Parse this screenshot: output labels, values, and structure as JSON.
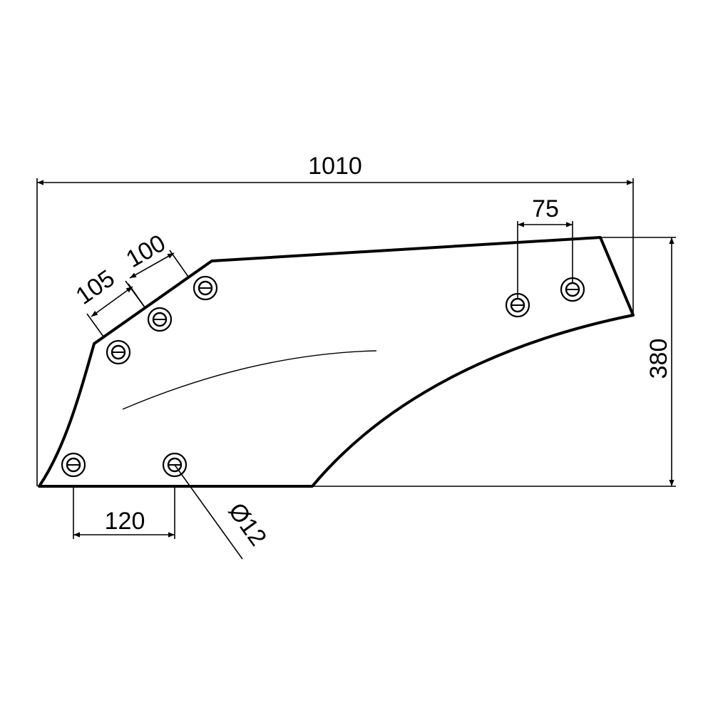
{
  "drawing": {
    "dimensions": {
      "overall_length": "1010",
      "height": "380",
      "rear_hole_spacing": "75",
      "front_hole_spacing_1": "105",
      "front_hole_spacing_2": "100",
      "bottom_hole_spacing": "120",
      "hole_diameter": "Ø12"
    },
    "colors": {
      "line": "#000000",
      "background": "#ffffff"
    }
  }
}
